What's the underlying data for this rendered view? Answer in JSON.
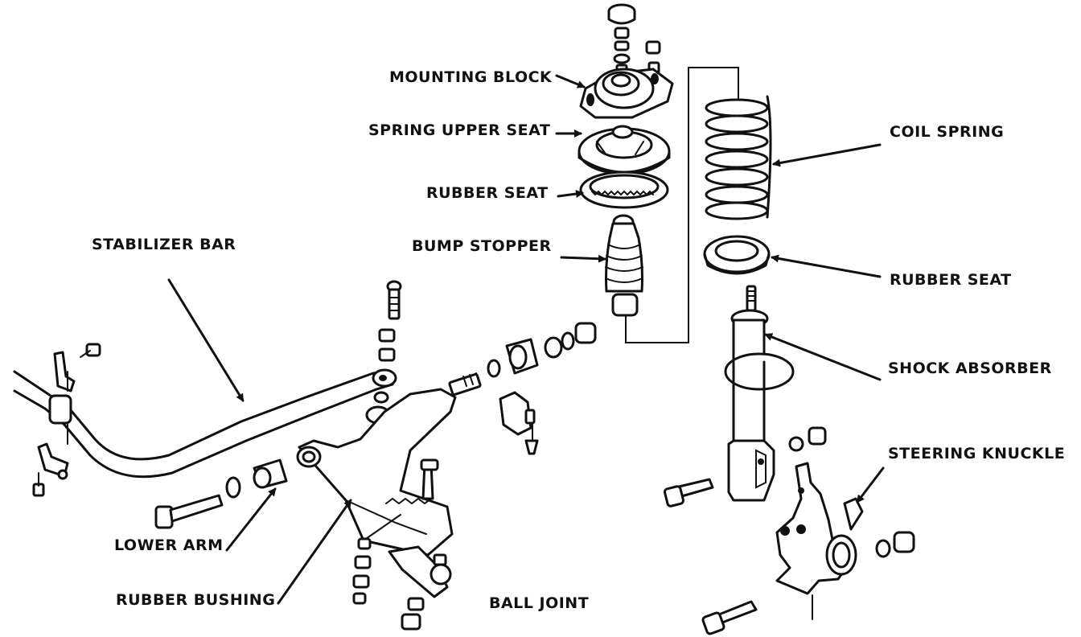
{
  "labels": {
    "mounting_block": "MOUNTING BLOCK",
    "spring_upper_seat": "SPRING UPPER SEAT",
    "rubber_seat_upper": "RUBBER SEAT",
    "bump_stopper": "BUMP STOPPER",
    "stabilizer_bar": "STABILIZER BAR",
    "coil_spring": "COIL SPRING",
    "rubber_seat_lower": "RUBBER SEAT",
    "shock_absorber": "SHOCK ABSORBER",
    "steering_knuckle": "STEERING KNUCKLE",
    "lower_arm": "LOWER ARM",
    "rubber_bushing": "RUBBER BUSHING",
    "ball_joint": "BALL JOINT"
  },
  "colors": {
    "ink": "#111111",
    "paper": "#ffffff"
  }
}
